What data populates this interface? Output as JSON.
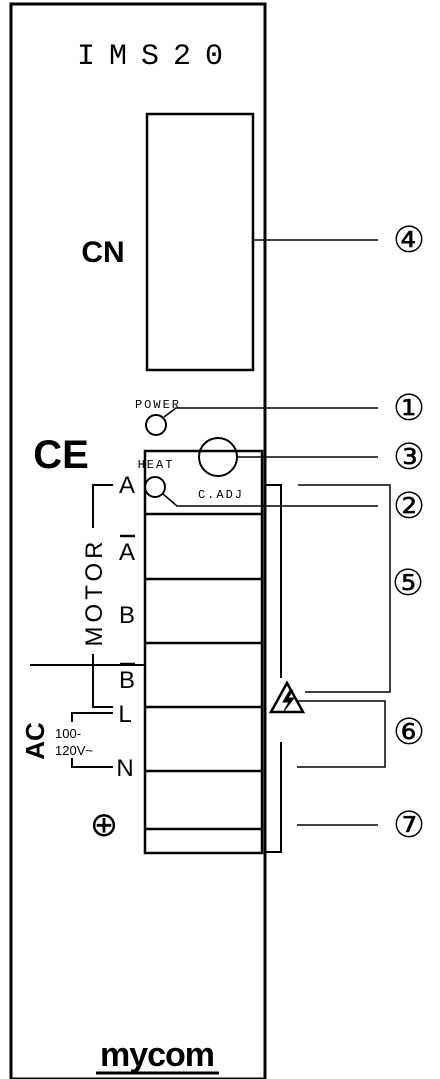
{
  "model": "IMS20",
  "connector_label": "CN",
  "leds": {
    "power": "POWER",
    "heat": "HEAT",
    "adjust": "C.ADJ"
  },
  "ce_mark": "CE",
  "callouts": [
    "④",
    "①",
    "③",
    "②",
    "⑤",
    "⑥",
    "⑦"
  ],
  "motor": {
    "group_label": "MOTOR",
    "terminals": [
      "A",
      "A",
      "B",
      "B"
    ]
  },
  "ac": {
    "group_label": "AC",
    "voltage_line1": "100-",
    "voltage_line2": "120V~",
    "terminals": [
      "L",
      "N"
    ]
  },
  "ground_symbol": "⊕",
  "brand": "mycom"
}
